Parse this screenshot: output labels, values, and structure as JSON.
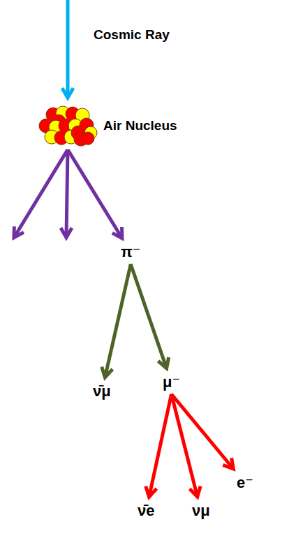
{
  "diagram": {
    "nodes": [
      {
        "text": [
          "Air Nucleus"
        ]
      },
      {
        "text": [
          "π⁻"
        ]
      },
      {
        "text": [
          "ν̄μ"
        ]
      },
      {
        "text": [
          "μ⁻"
        ]
      },
      {
        "text": [
          "ν̄e"
        ]
      },
      {
        "text": [
          "νμ"
        ]
      },
      {
        "text": [
          "e⁻"
        ]
      }
    ],
    "edges": [
      {
        "from": 0,
        "to": 1,
        "arrow": "to"
      },
      {
        "from": 1,
        "to": 2,
        "arrow": "to"
      },
      {
        "from": 1,
        "to": 3,
        "arrow": "to"
      },
      {
        "from": 3,
        "to": 4,
        "arrow": "to"
      },
      {
        "from": 3,
        "to": 5,
        "arrow": "to"
      },
      {
        "from": 3,
        "to": 6,
        "arrow": "to"
      }
    ],
    "labels": [
      "Cosmic Ray"
    ]
  }
}
